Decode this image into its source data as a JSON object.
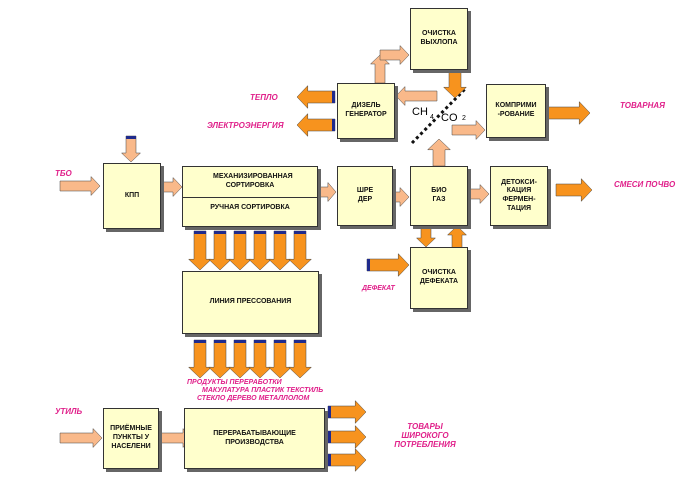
{
  "colors": {
    "box_fill": "#ffffcc",
    "arrow_orange": "#f7931e",
    "arrow_peach": "#f9b98a",
    "arrow_tail": "#1f2a8c",
    "label_magenta": "#e0208a"
  },
  "boxes": {
    "kpp": "КПП",
    "mech_sort": "МЕХАНИЗИРОВАННАЯ СОРТИРОВКА",
    "manual_sort": "РУЧНАЯ СОРТИРОВКА",
    "shredder": "ШРЕ ДЕР",
    "biogas": "БИО ГАЗ",
    "detox": "ДЕТОКСИ-КАЦИЯ ФЕРМЕН-ТАЦИЯ",
    "diesel": "ДИЗЕЛЬ ГЕНЕРАТОР",
    "exhaust": "ОЧИСТКА ВЫХЛОПА",
    "compress": "КОМПРИМИ -РОВАНИЕ",
    "defecate_clean": "ОЧИСТКА ДЕФЕКАТА",
    "pressing": "ЛИНИЯ ПРЕССОВАНИЯ",
    "reception": "ПРИЁМНЫЕ ПУНКТЫ У НАСЕЛЕНИ",
    "processing": "ПЕРЕРАБАТЫВАЮЩИЕ ПРОИЗВОДСТВА"
  },
  "chem": {
    "ch": "CH",
    "ch_sub": "4",
    "co": "CO",
    "co_sub": "2"
  },
  "labels": {
    "tbo": "ТБО",
    "heat": "ТЕПЛО",
    "electricity": "ЭЛЕКТРОЭНЕРГИЯ",
    "commercial": "ТОВАРНАЯ",
    "soil_mix": "СМЕСИ ПОЧВО",
    "defecate": "ДЕФЕКАТ",
    "util": "УТИЛЬ",
    "consumer_goods": "ТОВАРЫ ШИРОКОГО ПОТРЕБЛЕНИЯ"
  },
  "products": {
    "line1": "ПРОДУКТЫ ПЕРЕРАБОТКИ",
    "line2": "МАКУЛАТУРА ПЛАСТИК ТЕКСТИЛЬ",
    "line3": "СТЕКЛО ДЕРЕВО МЕТАЛЛОЛОМ"
  }
}
